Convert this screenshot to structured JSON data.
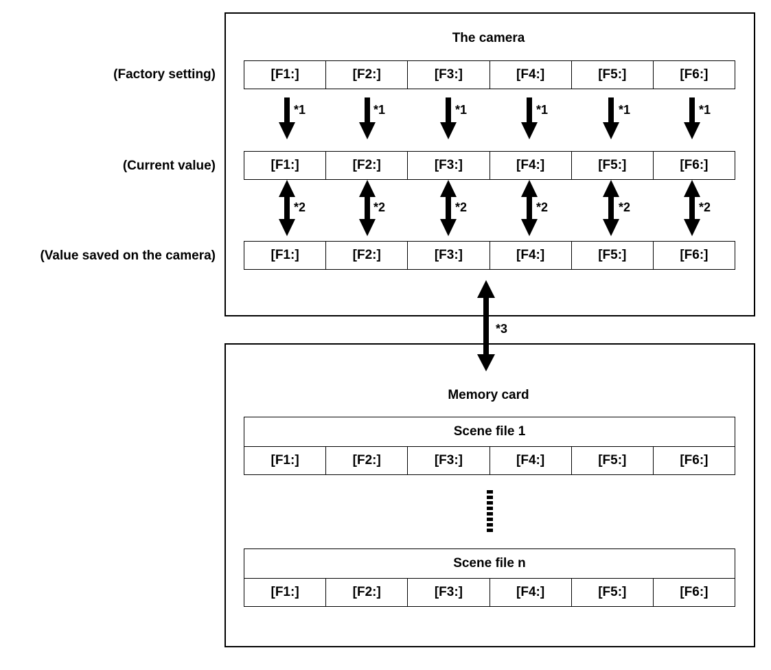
{
  "camera": {
    "title": "The camera",
    "rows": [
      {
        "label": "(Factory setting)",
        "cells": [
          "[F1:]",
          "[F2:]",
          "[F3:]",
          "[F4:]",
          "[F5:]",
          "[F6:]"
        ]
      },
      {
        "label": "(Current value)",
        "cells": [
          "[F1:]",
          "[F2:]",
          "[F3:]",
          "[F4:]",
          "[F5:]",
          "[F6:]"
        ]
      },
      {
        "label": "(Value saved on the camera)",
        "cells": [
          "[F1:]",
          "[F2:]",
          "[F3:]",
          "[F4:]",
          "[F5:]",
          "[F6:]"
        ]
      }
    ],
    "arrow_note_1": "*1",
    "arrow_note_2": "*2"
  },
  "transfer_note": "*3",
  "card": {
    "title": "Memory card",
    "scene_files": [
      {
        "name": "Scene file 1",
        "cells": [
          "[F1:]",
          "[F2:]",
          "[F3:]",
          "[F4:]",
          "[F5:]",
          "[F6:]"
        ]
      },
      {
        "name": "Scene file n",
        "cells": [
          "[F1:]",
          "[F2:]",
          "[F3:]",
          "[F4:]",
          "[F5:]",
          "[F6:]"
        ]
      }
    ]
  }
}
